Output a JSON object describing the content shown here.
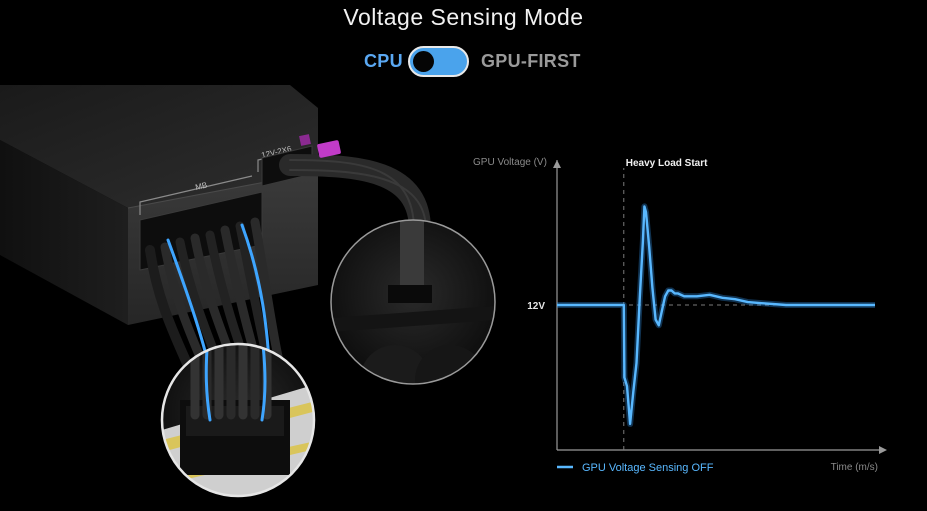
{
  "header": {
    "title": "Voltage Sensing Mode"
  },
  "toggle": {
    "left_label": "CPU",
    "right_label": "GPU-FIRST",
    "selected": "CPU",
    "accent_color": "#5aa8f2",
    "inactive_color": "#9a9a9a"
  },
  "illustration": {
    "connector_labels": {
      "mb": "MB",
      "pcie": "12V-2X6"
    },
    "colors": {
      "cable_highlight": "#3ea5ff",
      "connector_latch": "#c13bc8",
      "psu_body": "#2b2b2b"
    }
  },
  "chart_data": {
    "type": "line",
    "ylabel": "GPU Voltage (V)",
    "xlabel": "Time (m/s)",
    "y_tick_labels": [
      "12V"
    ],
    "annotation": "Heavy Load Start",
    "legend": [
      {
        "name": "GPU Voltage Sensing OFF",
        "color": "#59b8ff"
      }
    ],
    "legend_position": "bottom-left",
    "grid": false,
    "xlim": [
      0,
      100
    ],
    "ylim": [
      0,
      100
    ],
    "baseline_y": 50,
    "event_x": 21,
    "series": [
      {
        "name": "GPU Voltage Sensing OFF",
        "x": [
          0,
          21,
          21.2,
          22,
          23,
          24,
          25,
          26,
          27,
          27.5,
          28,
          29,
          30,
          31,
          32,
          33,
          34,
          35,
          36,
          37,
          38,
          40,
          44,
          48,
          52,
          56,
          60,
          66,
          72,
          80,
          90,
          100
        ],
        "y": [
          50,
          50,
          25,
          22,
          9,
          20,
          30,
          52,
          72,
          84,
          82,
          70,
          56,
          45,
          43,
          48,
          53,
          55,
          55,
          54,
          54,
          53,
          53,
          53.5,
          52.5,
          52,
          51,
          50.5,
          50,
          50,
          50,
          50
        ]
      }
    ]
  }
}
